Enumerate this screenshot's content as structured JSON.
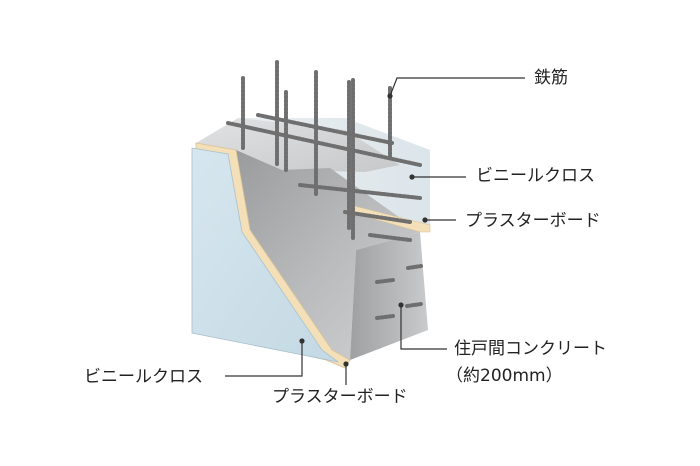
{
  "labels": {
    "rebar": "鉄筋",
    "vinyl_cloth_right": "ビニールクロス",
    "plaster_board_right": "プラスターボード",
    "concrete_line1": "住戸間コンクリート",
    "concrete_line2": "（約200mm）",
    "vinyl_cloth_left": "ビニールクロス",
    "plaster_board_bottom": "プラスターボード"
  },
  "colors": {
    "leader_line": "#333333",
    "concrete_light": "#d9dadb",
    "concrete_dark": "#8e8f91",
    "plaster_board": "#f3dfb8",
    "vinyl_cloth": "#cfe1ea",
    "rebar": "#6f6f6f"
  }
}
